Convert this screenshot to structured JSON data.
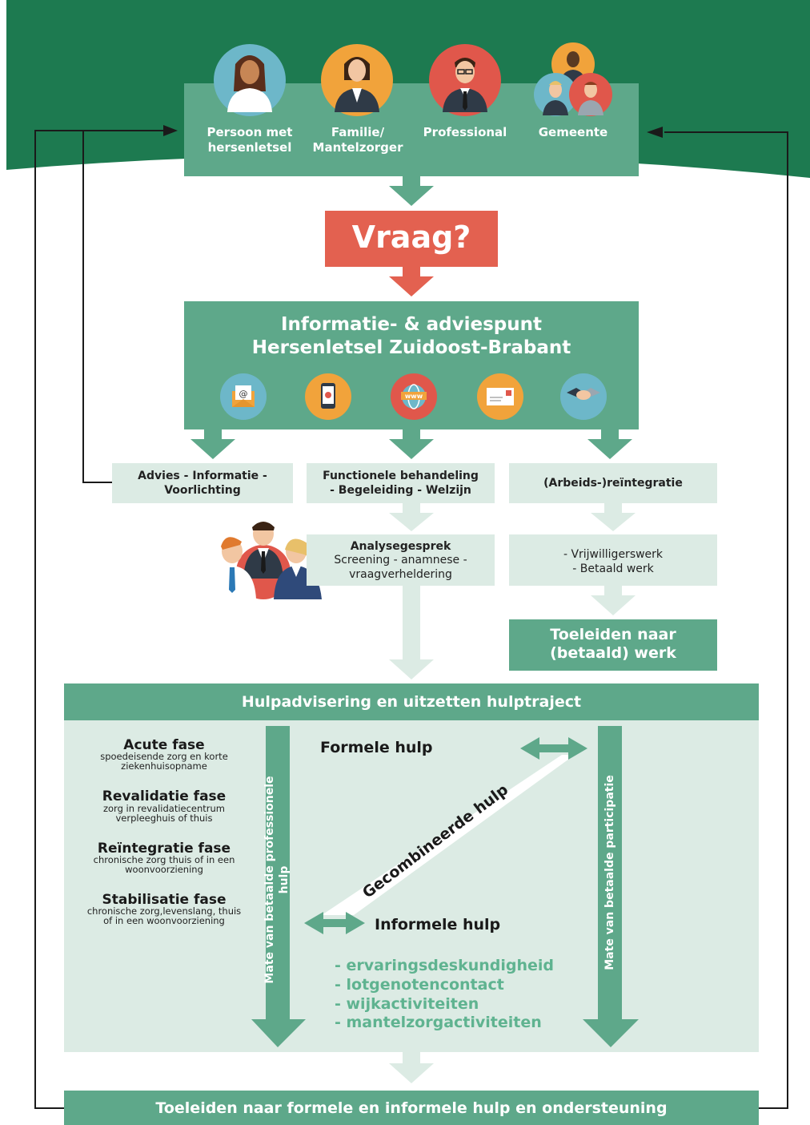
{
  "header": {
    "actors": [
      {
        "label": "Persoon met\nhersenletsel",
        "icon": "woman-avatar-icon",
        "color": "#6db7c9"
      },
      {
        "label": "Familie/\nMantelzorger",
        "icon": "woman-avatar-icon",
        "color": "#f1a33b"
      },
      {
        "label": "Professional",
        "icon": "man-avatar-icon",
        "color": "#e0574b"
      },
      {
        "label": "Gemeente",
        "icon": "group-avatar-icon",
        "color": "#f1a33b"
      }
    ]
  },
  "question": "Vraag?",
  "infopunt": {
    "title_line1": "Informatie- & adviespunt",
    "title_line2": "Hersenletsel Zuidoost-Brabant",
    "channels": [
      {
        "icon": "email-icon",
        "color": "#6db7c9"
      },
      {
        "icon": "phone-icon",
        "color": "#f1a33b"
      },
      {
        "icon": "www-icon",
        "color": "#e0574b"
      },
      {
        "icon": "letter-icon",
        "color": "#f1a33b"
      },
      {
        "icon": "handshake-icon",
        "color": "#6db7c9"
      }
    ]
  },
  "columns": {
    "left": {
      "title": "Advies - Informatie -\nVoorlichting"
    },
    "middle": {
      "title": "Functionele behandeling\n- Begeleiding - Welzijn",
      "analysis_title": "Analysegesprek",
      "analysis_desc": "Screening - anamnese -\nvraagverheldering"
    },
    "right": {
      "title": "(Arbeids-)reïntegratie",
      "sub": "- Vrijwilligerswerk\n- Betaald werk",
      "result": "Toeleiden naar\n(betaald) werk"
    }
  },
  "hulp": {
    "title": "Hulpadvisering en uitzetten hulptraject",
    "phases": [
      {
        "title": "Acute fase",
        "desc": "spoedeisende zorg en korte\nziekenhuisopname"
      },
      {
        "title": "Revalidatie fase",
        "desc": "zorg in revalidatiecentrum\nverpleeghuis of thuis"
      },
      {
        "title": "Reïntegratie fase",
        "desc": "chronische zorg thuis of in een\nwoonvoorziening"
      },
      {
        "title": "Stabilisatie fase",
        "desc": "chronische zorg,levenslang, thuis\nof in een woonvoorziening"
      }
    ],
    "left_axis": "Mate van betaalde professionele hulp",
    "right_axis": "Mate van betaalde participatie",
    "formal": "Formele hulp",
    "informal": "Informele hulp",
    "combined": "Gecombineerde hulp",
    "informal_items": [
      "- ervaringsdeskundigheid",
      "- lotgenotencontact",
      "- wijkactiviteiten",
      "- mantelzorgactiviteiten"
    ]
  },
  "footer": "Toeleiden naar formele en informele hulp en ondersteuning",
  "colors": {
    "dark_green": "#1d7a50",
    "mid_green": "#5ea88a",
    "light_green": "#dcebe4",
    "red": "#e36150",
    "item_green": "#5fb390"
  }
}
